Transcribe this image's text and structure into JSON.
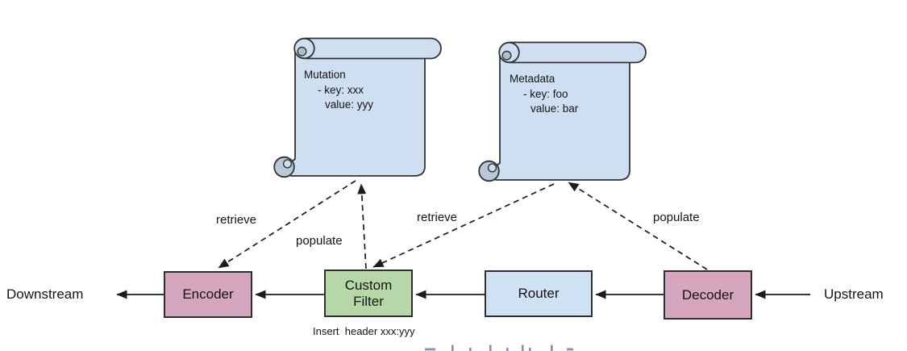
{
  "diagram": {
    "endpoints": {
      "downstream": "Downstream",
      "upstream": "Upstream"
    },
    "nodes": {
      "encoder": {
        "label": "Encoder",
        "color": "#d5a6bd"
      },
      "custom_filter": {
        "line1": "Custom",
        "line2": "Filter",
        "color": "#b6d7a8"
      },
      "router": {
        "label": "Router",
        "color": "#cfe2f3"
      },
      "decoder": {
        "label": "Decoder",
        "color": "#d5a6bd"
      }
    },
    "scrolls": {
      "mutation": {
        "title": "Mutation",
        "line1": "- key: xxx",
        "line2": "value: yyy"
      },
      "metadata": {
        "title": "Metadata",
        "line1": "- key: foo",
        "line2": "value: bar"
      }
    },
    "edge_labels": {
      "retrieve_encoder": "retrieve",
      "populate_filter": "populate",
      "retrieve_filter": "retrieve",
      "populate_decoder": "populate"
    },
    "note": "Insert  header xxx:yyy",
    "colors": {
      "scroll_fill": "#cfdff2",
      "scroll_curl_shade": "#aebfd2",
      "scroll_bottom_curl": "#b9c7d8",
      "outline": "#333333",
      "arrow": "#1c1c1c",
      "clipped_fragment": "#8193ad"
    }
  }
}
